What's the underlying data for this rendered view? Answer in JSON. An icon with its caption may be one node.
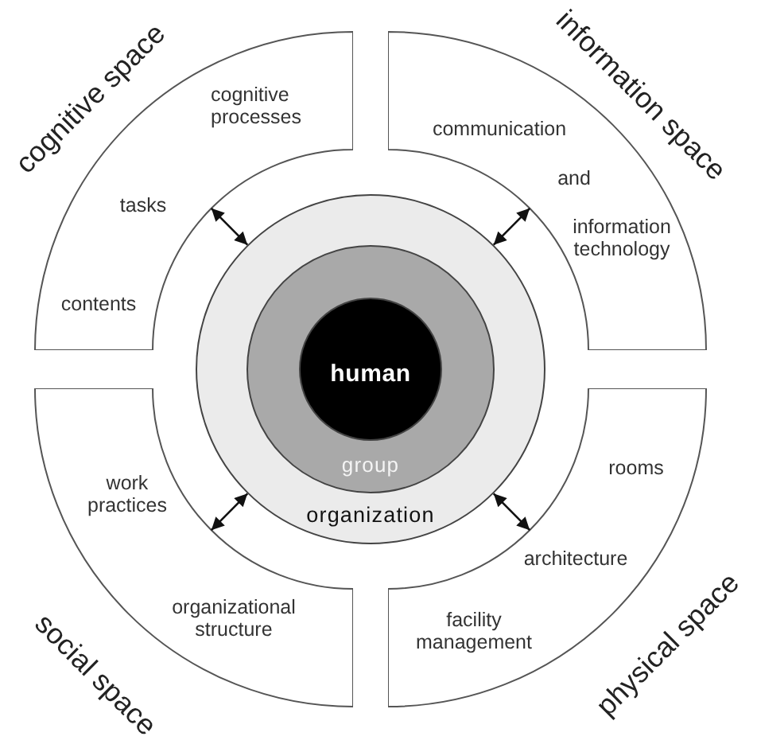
{
  "diagram": {
    "nodes": [
      {
        "text": [
          "cognitive space",
          "cognitive processes",
          "tasks",
          "contents"
        ]
      },
      {
        "text": [
          "information space",
          "communication",
          "and",
          "information technology"
        ]
      },
      {
        "text": [
          "organization"
        ]
      },
      {
        "text": [
          "group"
        ],
        "in": 2
      },
      {
        "text": [
          "human"
        ],
        "in": 3
      },
      {
        "text": [
          "social space",
          "work practices",
          "organizational structure"
        ]
      },
      {
        "text": [
          "physical space",
          "rooms",
          "architecture",
          "facility management"
        ]
      }
    ],
    "edges": [
      {
        "from": 0,
        "to": 2,
        "arrow": "both"
      },
      {
        "from": 1,
        "to": 2,
        "arrow": "both"
      },
      {
        "from": 5,
        "to": 2,
        "arrow": "both"
      },
      {
        "from": 6,
        "to": 2,
        "arrow": "both"
      }
    ]
  }
}
